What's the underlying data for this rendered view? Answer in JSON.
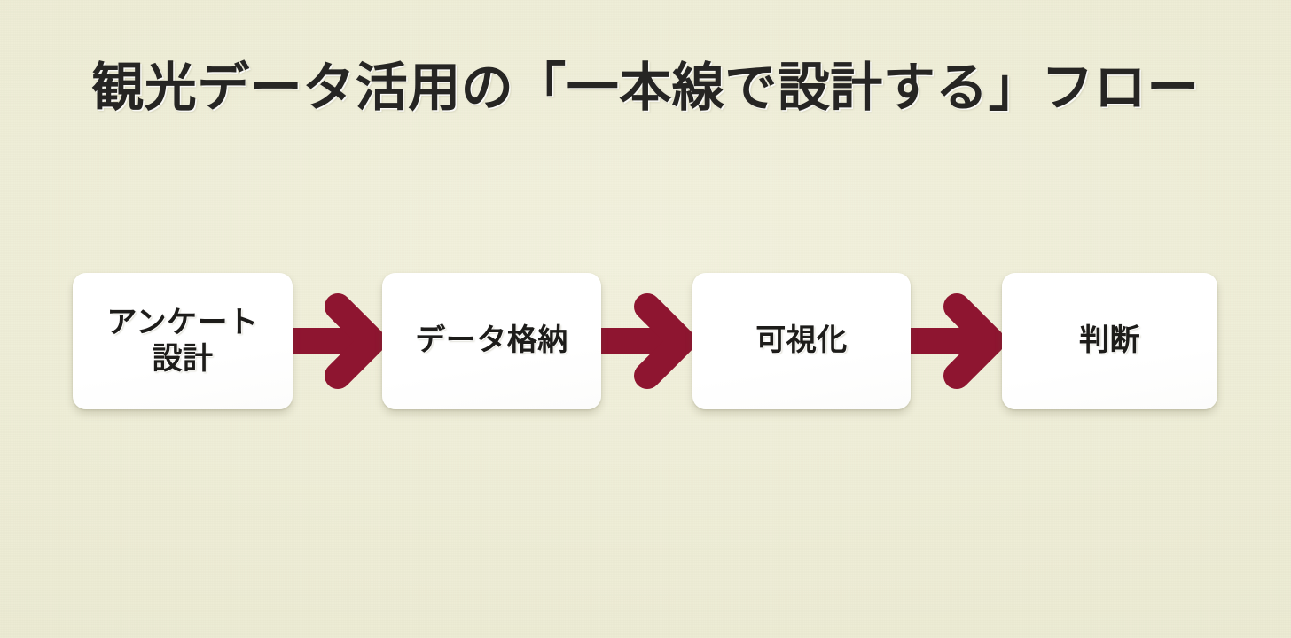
{
  "slide": {
    "title": "観光データ活用の「一本線で設計する」フロー",
    "background_color": "#eeedd6",
    "title_color": "#262523",
    "accent_color": "#8e1530",
    "node_fill_color": "#ffffff",
    "node_text_color": "#1d1c1a"
  },
  "flow": {
    "nodes": [
      {
        "id": "survey-design",
        "label": "アンケート\n設計"
      },
      {
        "id": "data-storage",
        "label": "データ格納"
      },
      {
        "id": "visualization",
        "label": "可視化"
      },
      {
        "id": "decision",
        "label": "判断"
      }
    ],
    "connectors": [
      {
        "id": "connector-1",
        "icon": "arrow-right-icon",
        "from": "survey-design",
        "to": "data-storage"
      },
      {
        "id": "connector-2",
        "icon": "arrow-right-icon",
        "from": "data-storage",
        "to": "visualization"
      },
      {
        "id": "connector-3",
        "icon": "arrow-right-icon",
        "from": "visualization",
        "to": "decision"
      }
    ]
  }
}
